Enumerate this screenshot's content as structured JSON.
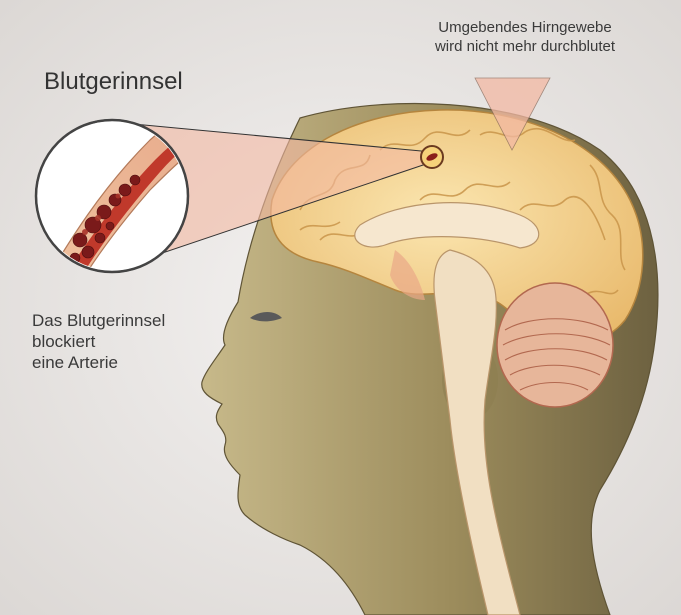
{
  "labels": {
    "clot_title": "Blutgerinnsel",
    "tissue_line1": "Umgebendes Hirngewebe",
    "tissue_line2": "wird nicht mehr durchblutet",
    "block_line1": "Das Blutgerinnsel",
    "block_line2": "blockiert",
    "block_line3": "eine Arterie"
  },
  "colors": {
    "background": "#e9e6e4",
    "skin": "#a89a6a",
    "brain": "#f0d08a",
    "highlight": "#f3b9a4",
    "artery": "#c0392b",
    "clot": "#7a1a1a"
  }
}
